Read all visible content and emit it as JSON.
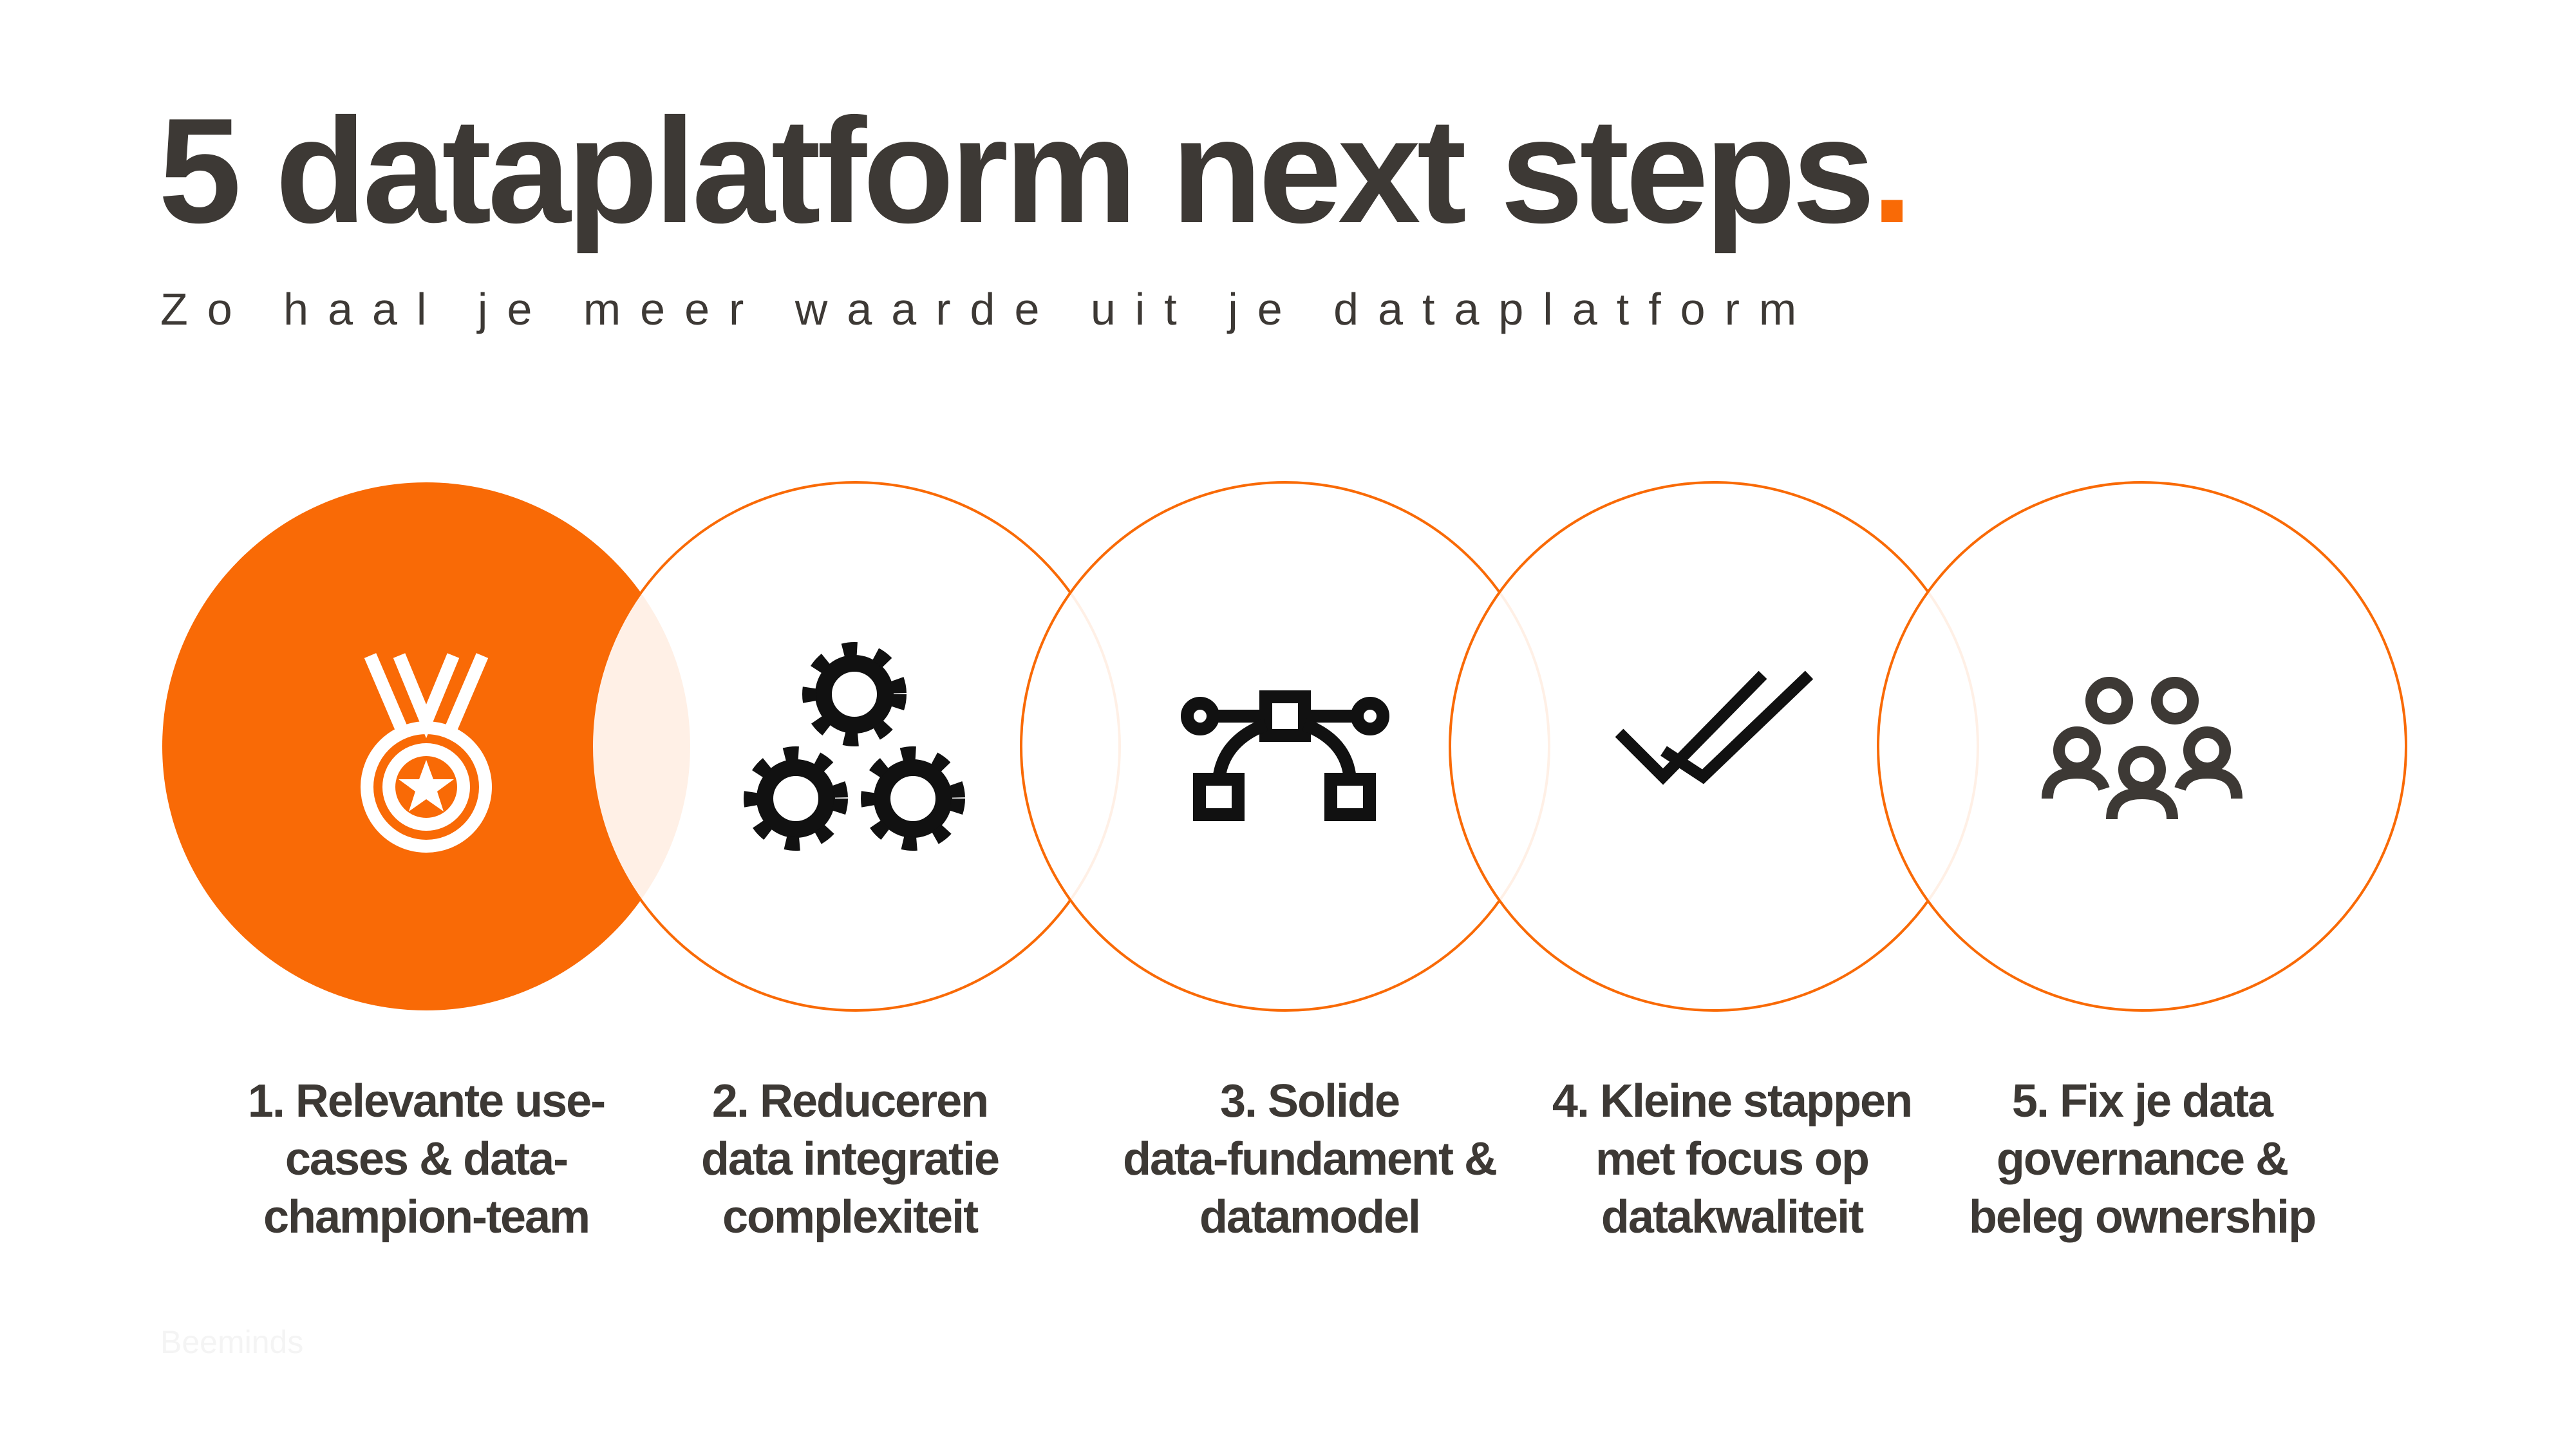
{
  "header": {
    "title": "5 dataplatform next steps",
    "title_dot": ".",
    "subtitle": "Zo haal je meer waarde uit je dataplatform"
  },
  "colors": {
    "accent": "#f96a06",
    "text": "#3d3935",
    "icon": "#111111"
  },
  "steps": [
    {
      "label": "1. Relevante use-cases & data-champion-team",
      "lines": [
        "1. Relevante use-",
        "cases & data-",
        "champion-team"
      ],
      "icon": "medal-icon",
      "highlighted": true
    },
    {
      "label": "2. Reduceren data integratie complexiteit",
      "lines": [
        "2. Reduceren",
        "data integratie",
        "complexiteit"
      ],
      "icon": "gears-icon",
      "highlighted": false
    },
    {
      "label": "3. Solide data-fundament & datamodel",
      "lines": [
        "3. Solide",
        "data-fundament &",
        "datamodel"
      ],
      "icon": "vector-path-icon",
      "highlighted": false
    },
    {
      "label": "4. Kleine stappen met focus op datakwaliteit",
      "lines": [
        "4. Kleine stappen",
        "met focus op",
        "datakwaliteit"
      ],
      "icon": "double-check-icon",
      "highlighted": false
    },
    {
      "label": "5. Fix je data governance & beleg ownership",
      "lines": [
        "5. Fix je data",
        "governance &",
        "beleg ownership"
      ],
      "icon": "group-icon",
      "highlighted": false
    }
  ],
  "watermark": "Beeminds"
}
